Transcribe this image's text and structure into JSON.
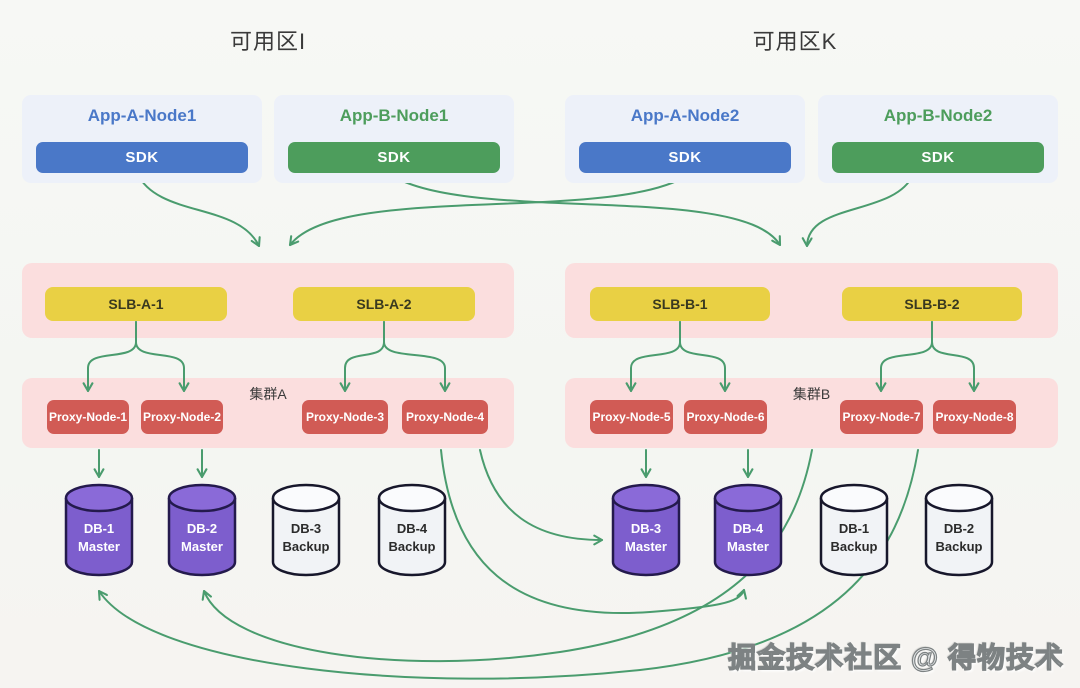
{
  "zones": [
    {
      "title": "可用区I"
    },
    {
      "title": "可用区K"
    }
  ],
  "app_nodes": [
    {
      "title": "App-A-Node1",
      "sdk_label": "SDK",
      "service": "a"
    },
    {
      "title": "App-B-Node1",
      "sdk_label": "SDK",
      "service": "b"
    },
    {
      "title": "App-A-Node2",
      "sdk_label": "SDK",
      "service": "a"
    },
    {
      "title": "App-B-Node2",
      "sdk_label": "SDK",
      "service": "b"
    }
  ],
  "slb_nodes": [
    {
      "label": "SLB-A-1"
    },
    {
      "label": "SLB-A-2"
    },
    {
      "label": "SLB-B-1"
    },
    {
      "label": "SLB-B-2"
    }
  ],
  "clusters": [
    {
      "label": "集群A"
    },
    {
      "label": "集群B"
    }
  ],
  "proxy_nodes": [
    {
      "label": "Proxy-Node-1"
    },
    {
      "label": "Proxy-Node-2"
    },
    {
      "label": "Proxy-Node-3"
    },
    {
      "label": "Proxy-Node-4"
    },
    {
      "label": "Proxy-Node-5"
    },
    {
      "label": "Proxy-Node-6"
    },
    {
      "label": "Proxy-Node-7"
    },
    {
      "label": "Proxy-Node-8"
    }
  ],
  "databases": [
    {
      "name": "DB-1",
      "role": "Master",
      "type": "master"
    },
    {
      "name": "DB-2",
      "role": "Master",
      "type": "master"
    },
    {
      "name": "DB-3",
      "role": "Backup",
      "type": "backup"
    },
    {
      "name": "DB-4",
      "role": "Backup",
      "type": "backup"
    },
    {
      "name": "DB-3",
      "role": "Master",
      "type": "master"
    },
    {
      "name": "DB-4",
      "role": "Master",
      "type": "master"
    },
    {
      "name": "DB-1",
      "role": "Backup",
      "type": "backup"
    },
    {
      "name": "DB-2",
      "role": "Backup",
      "type": "backup"
    }
  ],
  "watermark": "掘金技术社区 @ 得物技术",
  "colors": {
    "arrow_green": "#4a9c6e",
    "app_a_blue": "#4a78c8",
    "app_b_green": "#4d9d5c",
    "slb_yellow": "#e9d044",
    "proxy_red": "#d15b55",
    "container_pink": "#fbdede",
    "card_lavender": "#edf1f9",
    "db_master_purple": "#7d5ecd",
    "db_backup_white": "#f1f3f6"
  }
}
